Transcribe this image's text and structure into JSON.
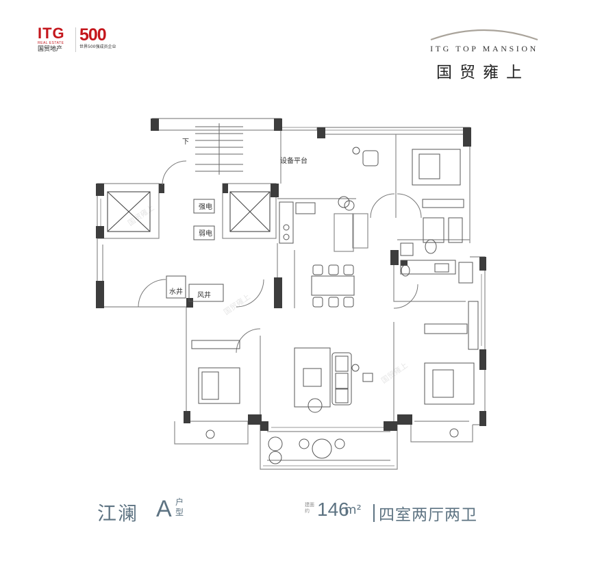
{
  "brand": {
    "itg_logo_text": "ITG",
    "itg_logo_subtext": "REAL ESTATE",
    "itg_logo_cn": "国贸地产",
    "fortune500_number": "500",
    "fortune500_caption": "世界500强成员企业"
  },
  "project": {
    "name_en": "ITG TOP MANSION",
    "name_cn": "国贸雍上"
  },
  "plan_labels": {
    "equipment_platform": "设备平台",
    "strong_current": "强电",
    "weak_current": "弱电",
    "water_shaft": "水井",
    "air_shaft": "风井",
    "stair_down": "下"
  },
  "unit": {
    "name": "江澜",
    "letter": "A",
    "type_label": "户型",
    "area_caption": "建面约",
    "area_value": "146",
    "area_unit": "m²",
    "layout": "四室两厅两卫"
  },
  "colors": {
    "brand_red": "#c4161c",
    "accent_blue_gray": "#5d7382",
    "wall_dark": "#3d3d3d",
    "line_gray": "#8a8a8a"
  }
}
